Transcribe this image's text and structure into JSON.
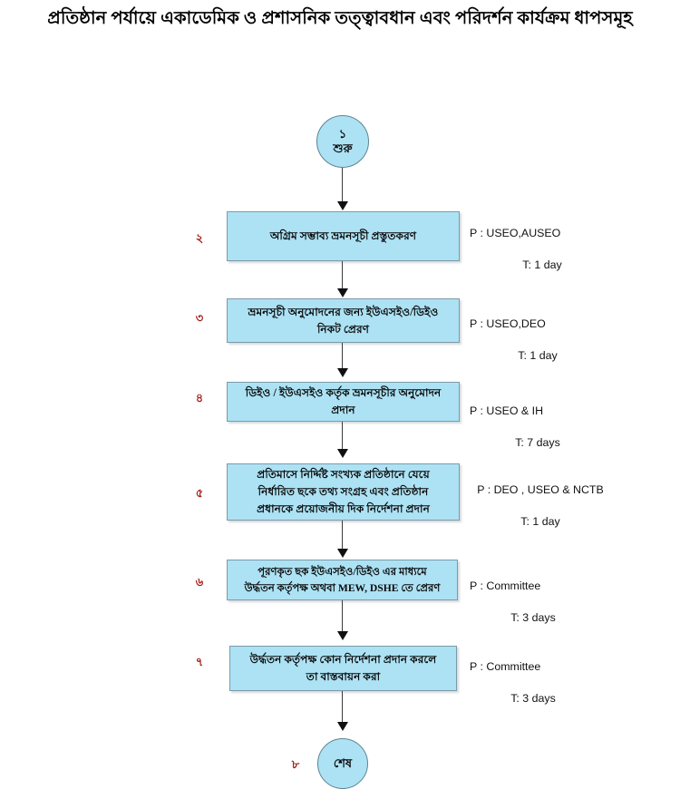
{
  "title": "প্রতিষ্ঠান পর্যায়ে একাডেমিক ও প্রশাসনিক তত্ত্বাবধান এবং পরিদর্শন কার্যক্রম ধাপসমূহ",
  "colors": {
    "node_fill": "#ACE2F4",
    "node_border": "#7C9BA8",
    "step_number": "#A52019",
    "connector": "#3a3a3a",
    "text": "#000000"
  },
  "start_node": {
    "number": "১",
    "label": "শুরু"
  },
  "end_node": {
    "number": "৮",
    "label": "শেষ"
  },
  "steps": [
    {
      "number": "২",
      "lines": [
        "অগ্রিম সম্ভাব্য ভ্রমনসূচী প্রস্তুতকরণ"
      ],
      "person": "P : USEO,AUSEO",
      "time": "T: 1 day"
    },
    {
      "number": "৩",
      "lines": [
        "ভ্রমনসূচী অনুমোদনের জন্য ইউএসইও/ডিইও",
        "নিকট  প্রেরণ"
      ],
      "person": "P : USEO,DEO",
      "time": "T: 1 day"
    },
    {
      "number": "৪",
      "lines": [
        "ডিইও / ইউএসইও কর্তৃক ভ্রমনসূচীর অনুমোদন",
        "প্রদান"
      ],
      "person": "P : USEO & IH",
      "time": "T: 7 days"
    },
    {
      "number": "৫",
      "lines": [
        "প্রতিমাসে নির্দ্দিষ্ট সংখ্যক প্রতিষ্ঠানে যেয়ে",
        "নির্ধারিত ছকে তথ্য সংগ্রহ এবং প্রতিষ্ঠান",
        "প্রধানকে প্রয়োজনীয় দিক নির্দেশনা প্রদান"
      ],
      "person": "P : DEO , USEO & NCTB",
      "time": "T: 1 day"
    },
    {
      "number": "৬",
      "lines": [
        "পূরণকৃত ছক ইউএসইও/ডিইও  এর মাধ্যমে",
        "উর্দ্ধতন কর্তৃপক্ষ অথবা MEW, DSHE তে প্রেরণ"
      ],
      "person": "P : Committee",
      "time": "T: 3 days"
    },
    {
      "number": "৭",
      "lines": [
        "উর্দ্ধতন কর্তৃপক্ষ কোন নির্দেশনা প্রদান করলে",
        "তা বাস্তবায়ন করা"
      ],
      "person": "P : Committee",
      "time": "T: 3 days"
    }
  ]
}
